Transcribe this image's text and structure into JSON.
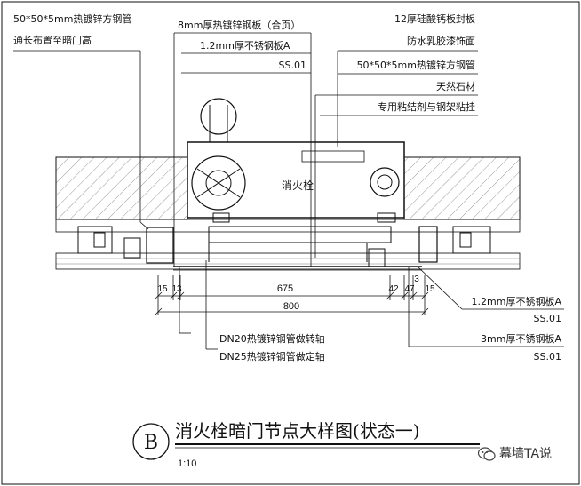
{
  "callouts_left": {
    "line1": "50*50*5mm热镀锌方钢管",
    "line2": "通长布置至暗门高"
  },
  "callouts_middle": {
    "line1": "8mm厚热镀锌钢板（合页）",
    "line2": "1.2mm厚不锈钢板A",
    "line3": "SS.01"
  },
  "callouts_right": {
    "line1": "12厚硅酸钙板封板",
    "line2": "防水乳胶漆饰面",
    "line3": "50*50*5mm热镀锌方钢管",
    "line4": "天然石材",
    "line5": "专用粘结剂与钢架粘挂"
  },
  "cabinet_label": "消火栓",
  "dimensions": {
    "d1": "15",
    "d2": "13",
    "main": "675",
    "d3": "42",
    "d4": "47",
    "d5": "15",
    "small_3": "3",
    "total": "800"
  },
  "callouts_bottom_right": {
    "a1": "1.2mm厚不锈钢板A",
    "a2": "SS.01",
    "b1": "3mm厚不锈钢板A",
    "b2": "SS.01"
  },
  "callouts_bottom_left": {
    "line1": "DN20热镀锌钢管做转轴",
    "line2": "DN25热镀锌钢管做定轴"
  },
  "title": {
    "letter": "B",
    "text": "消火栓暗门节点大样图(状态一)",
    "scale": "1:10"
  },
  "watermark": {
    "text": "幕墙TA说",
    "icon": "wechat-icon"
  },
  "colors": {
    "line": "#111111",
    "background": "#ffffff"
  }
}
